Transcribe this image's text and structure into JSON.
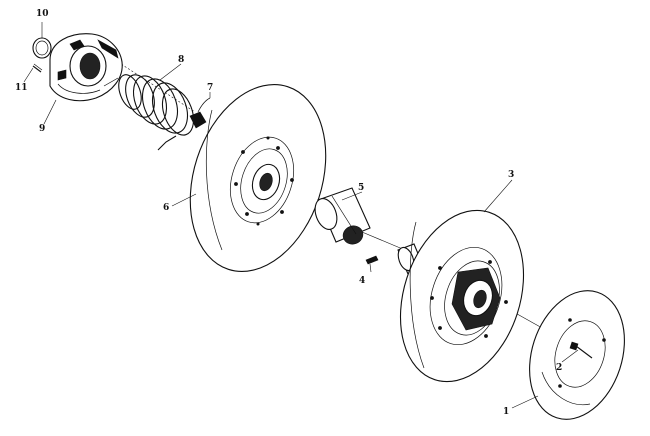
{
  "diagram": {
    "callouts": [
      {
        "id": "c1",
        "text": "1",
        "part": "stationary-face-cover"
      },
      {
        "id": "c2",
        "text": "2",
        "part": "cap-screw"
      },
      {
        "id": "c3",
        "text": "3",
        "part": "driven-stationary-sheave"
      },
      {
        "id": "c4",
        "text": "4",
        "part": "key"
      },
      {
        "id": "c5",
        "text": "5",
        "part": "bushing-sleeve"
      },
      {
        "id": "c6",
        "text": "6",
        "part": "driven-movable-sheave"
      },
      {
        "id": "c7",
        "text": "7",
        "part": "spring-retainer-clip"
      },
      {
        "id": "c8",
        "text": "8",
        "part": "compression-spring"
      },
      {
        "id": "c9",
        "text": "9",
        "part": "cam"
      },
      {
        "id": "c10",
        "text": "10",
        "part": "snap-ring"
      },
      {
        "id": "c11",
        "text": "11",
        "part": "roll-pin"
      }
    ]
  }
}
